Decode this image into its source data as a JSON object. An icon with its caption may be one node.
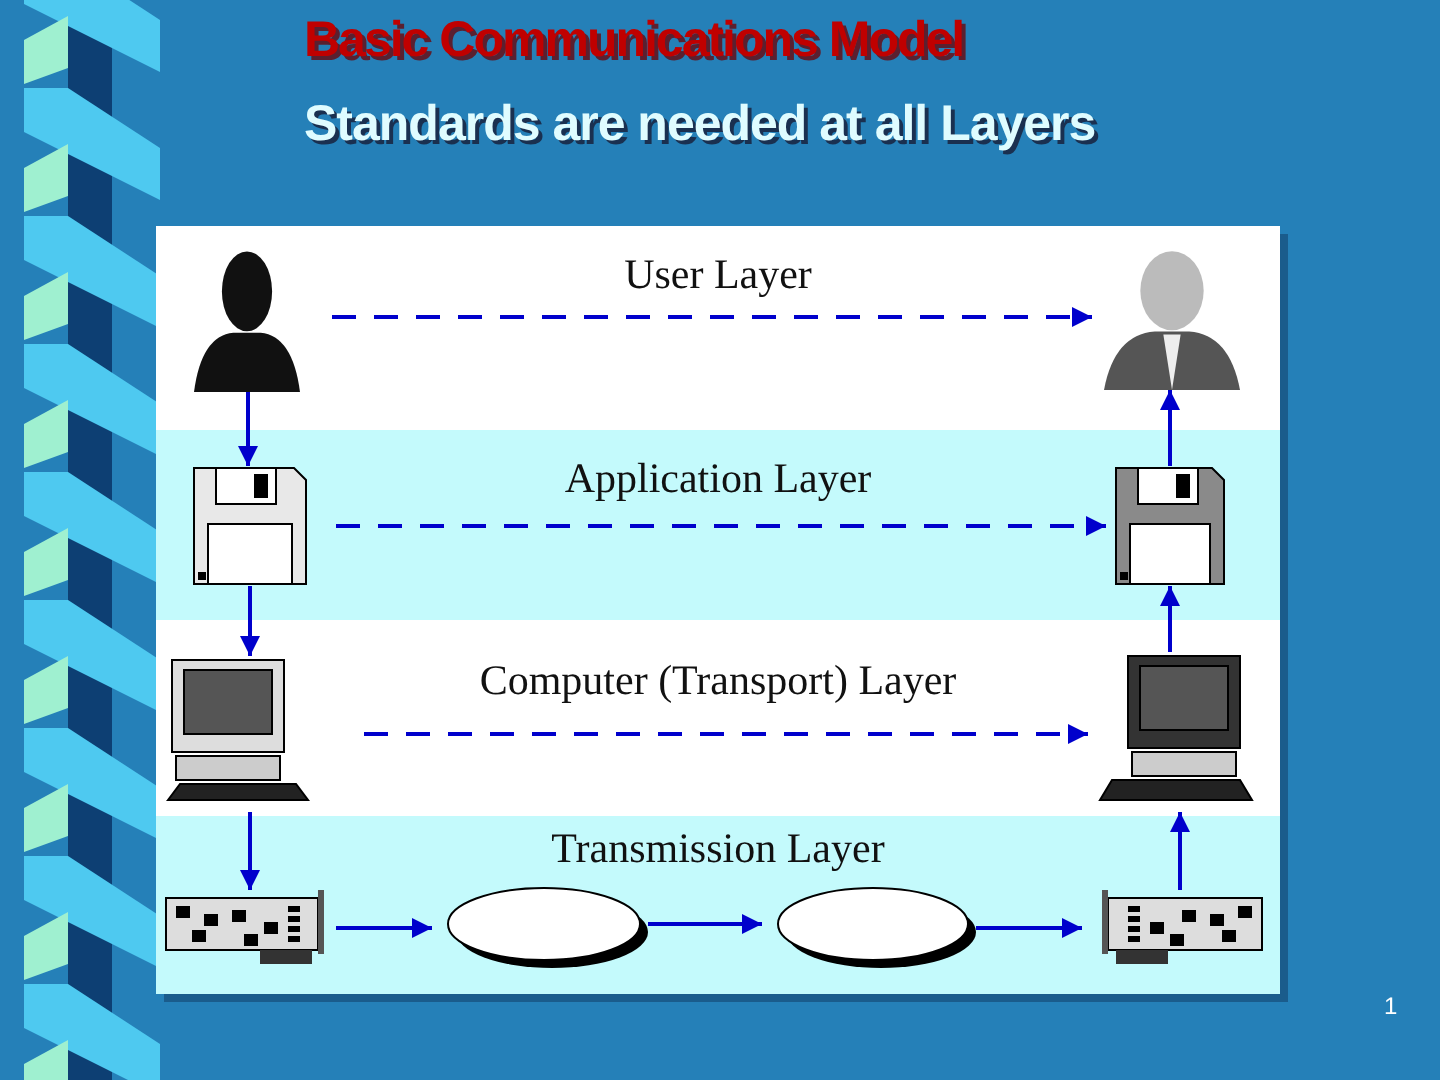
{
  "diagram": {
    "title": "Basic Communications Model",
    "nodes": [
      {
        "text": [
          "User Layer"
        ]
      },
      {
        "text": [
          "Application Layer"
        ]
      },
      {
        "text": [
          "Computer (Transport) Layer"
        ]
      },
      {
        "text": [
          "Transmission Layer"
        ]
      },
      {
        "text": [],
        "shape": "person",
        "in": 0
      },
      {
        "text": [],
        "shape": "person",
        "in": 0
      },
      {
        "text": [],
        "shape": "picture",
        "in": 1
      },
      {
        "text": [],
        "shape": "picture",
        "in": 1
      },
      {
        "text": [],
        "shape": "picture",
        "in": 2
      },
      {
        "text": [],
        "shape": "picture",
        "in": 2
      },
      {
        "text": [],
        "shape": "picture",
        "in": 3
      },
      {
        "text": [],
        "shape": "ellipse",
        "in": 3
      },
      {
        "text": [],
        "shape": "ellipse",
        "in": 3
      },
      {
        "text": [],
        "shape": "picture",
        "in": 3
      }
    ],
    "edges": [
      {
        "from": 4,
        "to": 5,
        "arrow": "to",
        "style": "dashed"
      },
      {
        "from": 6,
        "to": 7,
        "arrow": "to",
        "style": "dashed"
      },
      {
        "from": 8,
        "to": 9,
        "arrow": "to",
        "style": "dashed"
      },
      {
        "from": 4,
        "to": 6,
        "arrow": "to"
      },
      {
        "from": 6,
        "to": 8,
        "arrow": "to"
      },
      {
        "from": 8,
        "to": 10,
        "arrow": "to"
      },
      {
        "from": 10,
        "to": 11,
        "arrow": "to"
      },
      {
        "from": 11,
        "to": 12,
        "arrow": "to"
      },
      {
        "from": 12,
        "to": 13,
        "arrow": "to"
      },
      {
        "from": 13,
        "to": 9,
        "arrow": "to"
      },
      {
        "from": 9,
        "to": 7,
        "arrow": "to"
      },
      {
        "from": 7,
        "to": 5,
        "arrow": "to"
      }
    ],
    "labels": [
      "Standards are needed at all Layers",
      "1"
    ]
  }
}
